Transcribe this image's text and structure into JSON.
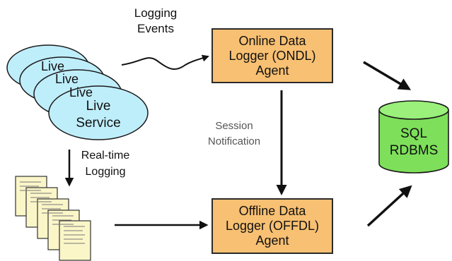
{
  "live_services": {
    "back_label_1": "Live",
    "back_label_2": "Live",
    "back_label_3": "Live",
    "front_line1": "Live",
    "front_line2": "Service"
  },
  "ondl_agent": {
    "line1": "Online Data",
    "line2": "Logger (ONDL)",
    "line3": "Agent"
  },
  "offdl_agent": {
    "line1": "Offline Data",
    "line2": "Logger (OFFDL)",
    "line3": "Agent"
  },
  "database": {
    "line1": "SQL",
    "line2": "RDBMS"
  },
  "labels": {
    "logging_events": "Logging\nEvents",
    "session_notification": "Session\nNotification",
    "realtime_logging": "Real-time\nLogging"
  },
  "colors": {
    "agent_fill": "#f8c072",
    "service_fill": "#bfeefb",
    "database_fill": "#7ee05a",
    "document_fill": "#fbf6c8"
  }
}
